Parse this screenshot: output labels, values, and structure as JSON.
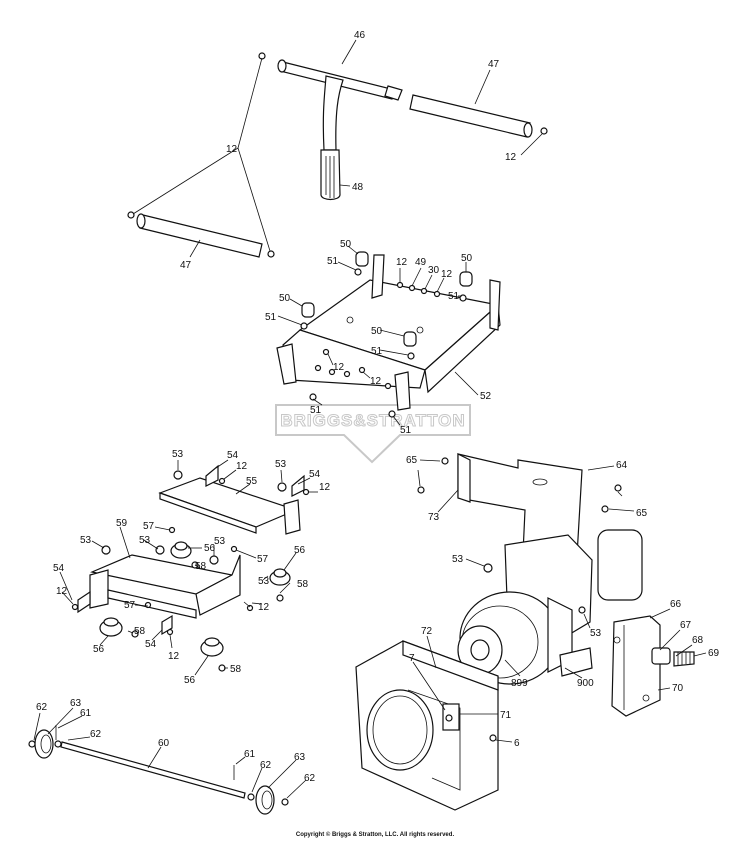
{
  "watermark": "BRIGGS&STRATTON",
  "copyright": "Copyright © Briggs & Stratton, LLC. All rights reserved.",
  "colors": {
    "ink": "#111111",
    "watermark": "#c8c8c8",
    "paper": "#ffffff"
  },
  "callouts": {
    "c46": "46",
    "c47a": "47",
    "c47b": "47",
    "c48": "48",
    "c12a": "12",
    "c12b": "12",
    "c50a": "50",
    "c50b": "50",
    "c50c": "50",
    "c50d": "50",
    "c51a": "51",
    "c51b": "51",
    "c51c": "51",
    "c51d": "51",
    "c51e": "51",
    "c51f": "51",
    "c12c": "12",
    "c49": "49",
    "c30": "30",
    "c12d": "12",
    "c12e": "12",
    "c12f": "12",
    "c52": "52",
    "c53a": "53",
    "c54a": "54",
    "c12g": "12",
    "c53b": "53",
    "c54b": "54",
    "c12h": "12",
    "c55": "55",
    "c57a": "57",
    "c53c": "53",
    "c59": "59",
    "c53d": "53",
    "c56a": "56",
    "c58a": "58",
    "c57b": "57",
    "c53e": "53",
    "c56b": "56",
    "c54c": "54",
    "c12i": "12",
    "c58b": "58",
    "c57c": "57",
    "c12j": "12",
    "c58c": "58",
    "c56c": "56",
    "c54d": "54",
    "c12k": "12",
    "c56d": "56",
    "c58d": "58",
    "c65a": "65",
    "c73": "73",
    "c64": "64",
    "c65b": "65",
    "c53f": "53",
    "c53g": "53",
    "c66": "66",
    "c67": "67",
    "c68": "68",
    "c69": "69",
    "c70": "70",
    "c72": "72",
    "c7": "7",
    "c71": "71",
    "c6": "6",
    "c899": "899",
    "c900": "900",
    "c62a": "62",
    "c63a": "63",
    "c61a": "61",
    "c62b": "62",
    "c60": "60",
    "c61b": "61",
    "c62c": "62",
    "c63b": "63",
    "c62d": "62"
  }
}
